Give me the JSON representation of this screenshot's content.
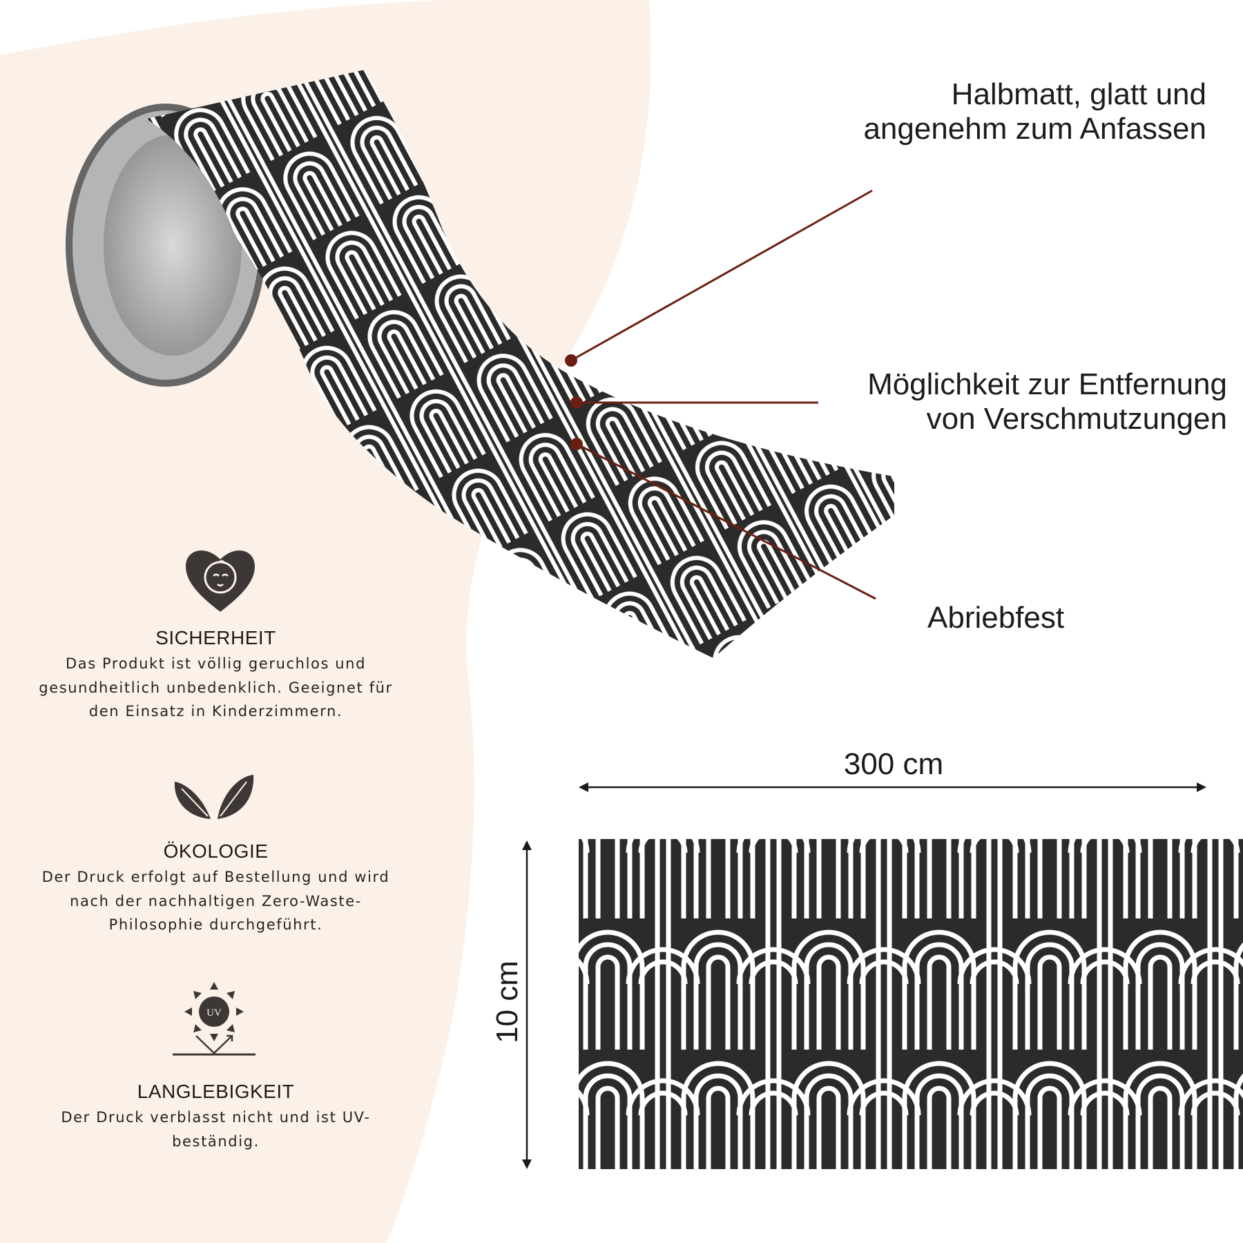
{
  "callouts": {
    "finish": {
      "line1": "Halbmatt, glatt und",
      "line2": "angenehm zum Anfassen"
    },
    "cleaning": {
      "line1": "Möglichkeit zur Entfernung",
      "line2": "von Verschmutzungen"
    },
    "abrasion": {
      "line1": "Abriebfest"
    }
  },
  "dimensions": {
    "width": "300 cm",
    "height": "10 cm"
  },
  "features": [
    {
      "icon": "baby-heart-icon",
      "title": "SICHERHEIT",
      "lines": [
        "Das Produkt ist völlig geruchlos und",
        "gesundheitlich unbedenklich. Geeignet für",
        "den Einsatz in Kinderzimmern."
      ]
    },
    {
      "icon": "leaves-icon",
      "title": "ÖKOLOGIE",
      "lines": [
        "Der Druck erfolgt auf Bestellung und wird",
        "nach der nachhaltigen Zero-Waste-",
        "Philosophie durchgeführt."
      ]
    },
    {
      "icon": "uv-sun-icon",
      "icon_text": "UV",
      "title": "LANGLEBIGKEIT",
      "lines": [
        "Der Druck verblasst nicht und ist UV-",
        "beständig."
      ]
    }
  ],
  "colors": {
    "beige": "#fcf1e8",
    "accent": "#6b1f12",
    "icon": "#3d3835",
    "pattern_dark": "#2b2b2b"
  }
}
